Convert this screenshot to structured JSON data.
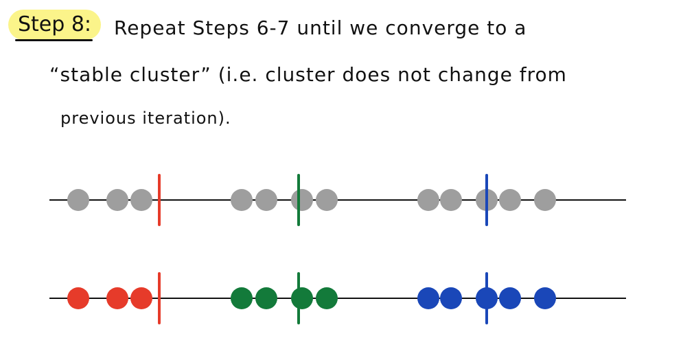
{
  "step": {
    "label": "Step 8:"
  },
  "text_lines": [
    "Repeat   Steps   6-7   until   we    converge   to    a",
    "“stable   cluster” (i.e. cluster   does   not   change   from",
    "previous   iteration)."
  ],
  "colors": {
    "highlight": "#fbf48a",
    "unassigned": "#9e9e9e",
    "red": "#e63b2a",
    "green": "#137a3a",
    "blue": "#1a47b8",
    "axis": "#111111"
  },
  "rows": [
    {
      "state": "unassigned",
      "points": [
        {
          "cluster": "unassigned"
        },
        {
          "cluster": "unassigned"
        },
        {
          "cluster": "unassigned"
        },
        {
          "cluster": "unassigned"
        },
        {
          "cluster": "unassigned"
        },
        {
          "cluster": "unassigned"
        },
        {
          "cluster": "unassigned"
        },
        {
          "cluster": "unassigned"
        },
        {
          "cluster": "unassigned"
        },
        {
          "cluster": "unassigned"
        },
        {
          "cluster": "unassigned"
        },
        {
          "cluster": "unassigned"
        }
      ],
      "centroids": [
        "red",
        "green",
        "blue"
      ]
    },
    {
      "state": "assigned",
      "points": [
        {
          "cluster": "red"
        },
        {
          "cluster": "red"
        },
        {
          "cluster": "red"
        },
        {
          "cluster": "green"
        },
        {
          "cluster": "green"
        },
        {
          "cluster": "green"
        },
        {
          "cluster": "green"
        },
        {
          "cluster": "blue"
        },
        {
          "cluster": "blue"
        },
        {
          "cluster": "blue"
        },
        {
          "cluster": "blue"
        },
        {
          "cluster": "blue"
        }
      ],
      "centroids": [
        "red",
        "green",
        "blue"
      ]
    }
  ]
}
